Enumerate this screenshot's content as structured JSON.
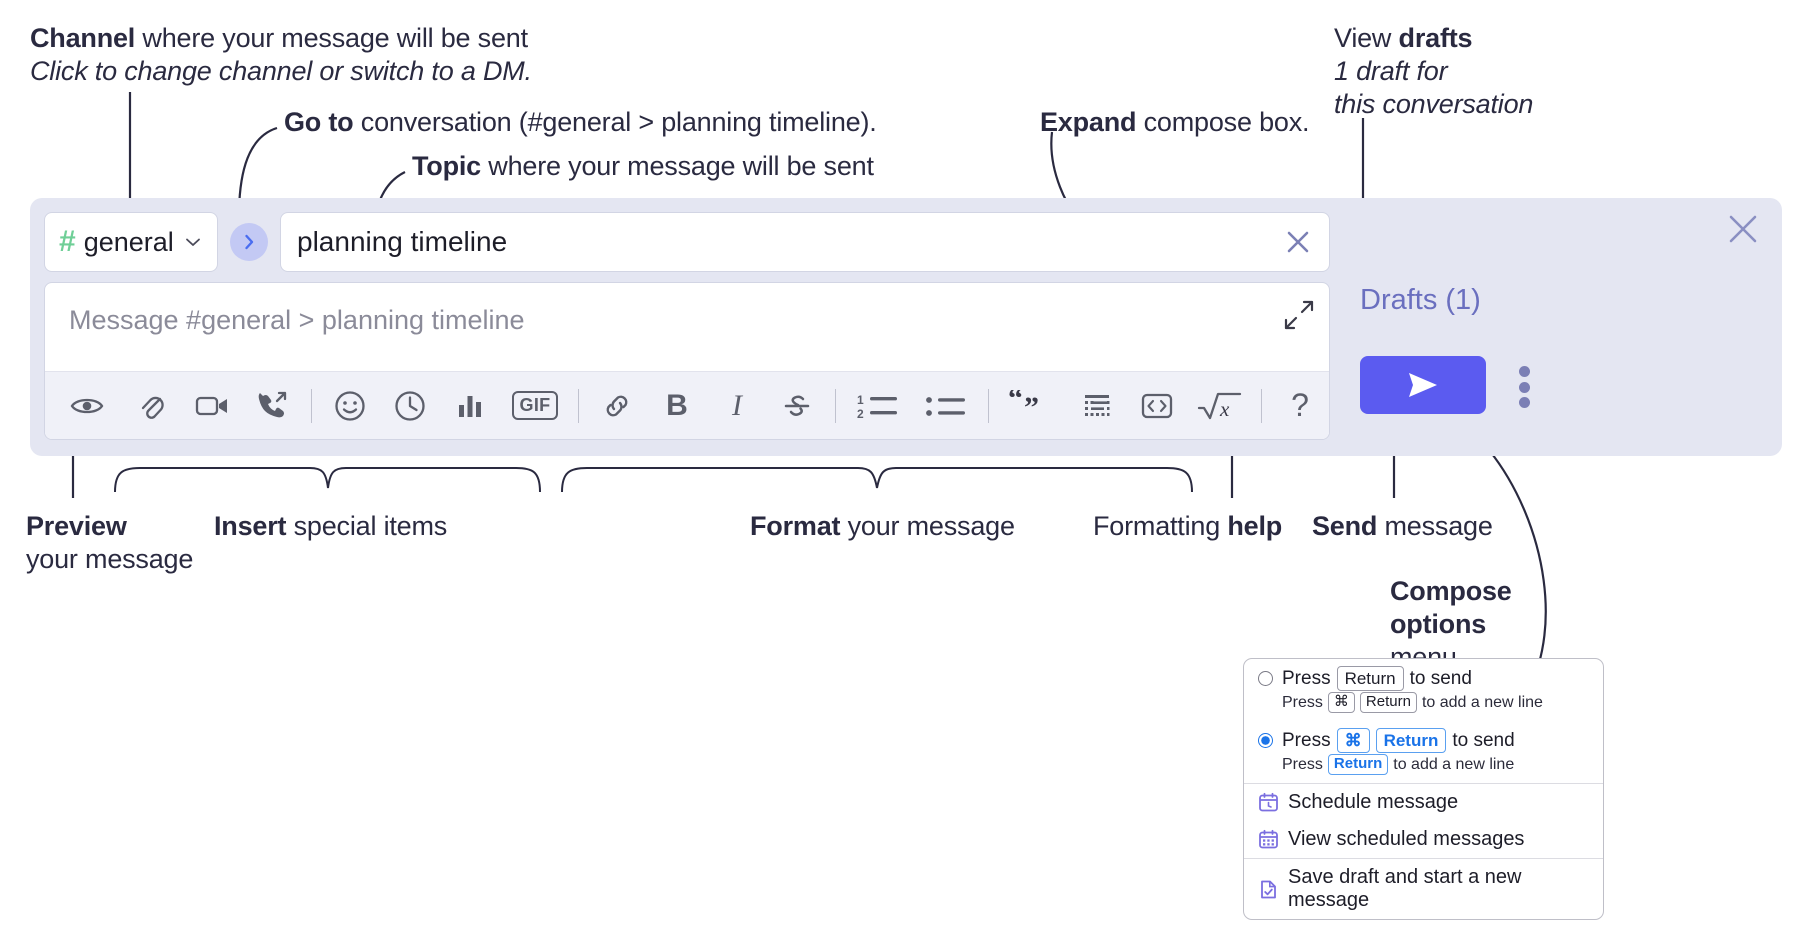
{
  "annotations": {
    "channel": {
      "bold": "Channel",
      "rest": " where your message will be sent",
      "italic": "Click to change channel or switch to a DM."
    },
    "goto": {
      "bold": "Go to",
      "rest": " conversation (#general > planning timeline)."
    },
    "topic": {
      "bold": "Topic",
      "rest": " where your message will be sent"
    },
    "expand": {
      "bold": "Expand",
      "rest": " compose box."
    },
    "drafts": {
      "plain": "View ",
      "bold": "drafts",
      "italic_1": "1 draft for",
      "italic_2": "this conversation"
    },
    "preview": {
      "bold": "Preview",
      "rest": "your message"
    },
    "insert": {
      "bold": "Insert",
      "rest": " special items"
    },
    "format": {
      "bold": "Format",
      "rest": " your message"
    },
    "help": {
      "plain": "Formatting ",
      "bold": "help"
    },
    "send": {
      "bold": "Send",
      "rest": " message"
    },
    "compose_options": {
      "bold_1": "Compose",
      "bold_2": "options",
      "rest": "menu"
    }
  },
  "compose": {
    "channel_name": "general",
    "channel_hash": "#",
    "topic_value": "planning timeline",
    "message_placeholder": "Message #general > planning timeline",
    "drafts_label": "Drafts (1)",
    "gif_label": "GIF",
    "help_label": "?",
    "toolbar_items": [
      "preview-icon",
      "attach-icon",
      "video-icon",
      "call-icon",
      "emoji-icon",
      "clock-icon",
      "poll-icon",
      "gif-icon",
      "link-icon",
      "bold-icon",
      "italic-icon",
      "strikethrough-icon",
      "ordered-list-icon",
      "bullet-list-icon",
      "blockquote-icon",
      "code-block-icon",
      "inline-code-icon",
      "math-icon",
      "help-icon"
    ]
  },
  "options_menu": {
    "option_1": {
      "selected": false,
      "press": "Press",
      "key": "Return",
      "to_send": "to send",
      "sub_press": "Press",
      "sub_key_1": "⌘",
      "sub_key_2": "Return",
      "sub_tail": "to add a new line"
    },
    "option_2": {
      "selected": true,
      "press": "Press",
      "key_1": "⌘",
      "key_2": "Return",
      "to_send": "to send",
      "sub_press": "Press",
      "sub_key": "Return",
      "sub_tail": "to add a new line"
    },
    "items": [
      {
        "label": "Schedule message",
        "icon": "calendar-clock-icon"
      },
      {
        "label": "View scheduled messages",
        "icon": "calendar-grid-icon"
      },
      {
        "label": "Save draft and start a new message",
        "icon": "file-check-icon"
      }
    ]
  },
  "colors": {
    "panel_bg": "#e4e6f2",
    "send_button": "#5b5bf0",
    "accent_link": "#6a6fbf",
    "hash_green": "#6fcf97",
    "goto_circle": "#c3c9f4",
    "radio_blue": "#1a73e8"
  }
}
